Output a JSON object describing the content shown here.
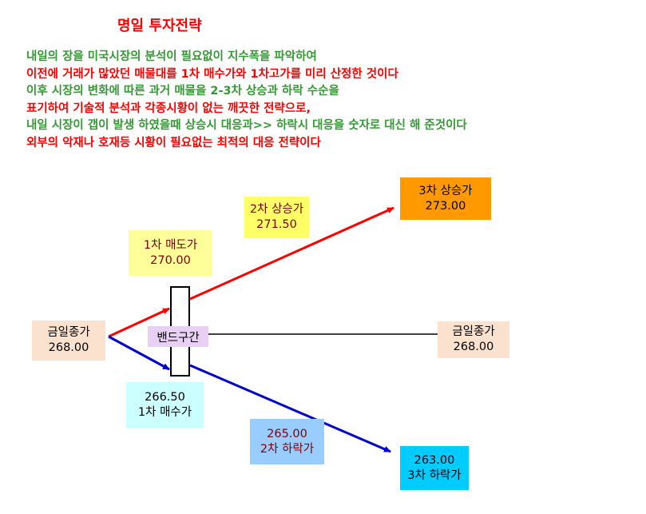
{
  "title": "명일 투자전략",
  "description": [
    {
      "text": "내일의 장을 미국시장의 분석이 필요없이 지수폭을 파악하여",
      "color": "#339933"
    },
    {
      "text": "이전에 거래가 많았던 매물대를 1차 매수가와 1차고가를 미리 산정한 것이다",
      "color": "#ff0000"
    },
    {
      "text": "이후 시장의 변화에 따른 과거 매물을 2-3차 상승과 하락 수순을",
      "color": "#339933"
    },
    {
      "text": "표기하여 기술적  분석과 각종시황이 없는 깨끗한 전략으로,",
      "color": "#ff0000"
    },
    {
      "text": "내일 시장이 갭이 발생 하였을때 상승시 대응과>> 하락시 대응을 숫자로 대신 해 준것이다",
      "color": "#339933"
    },
    {
      "text": "외부의 악재나 호재등  시황이 필요없는 최적의 대응 전략이다",
      "color": "#ff0000"
    }
  ],
  "diagram": {
    "close_left": {
      "label": "금일종가",
      "value": "268.00",
      "color": "#fbe2cf"
    },
    "sell1": {
      "label": "1차 매도가",
      "value": "270.00",
      "color": "#ffff99"
    },
    "buy1": {
      "value": "266.50",
      "label": "1차 매수가",
      "color": "#ccffff"
    },
    "band": {
      "label": "밴드구간",
      "color": "#e8d0f5"
    },
    "rise2": {
      "label": "2차 상승가",
      "value": "271.50",
      "color": "#ffff66"
    },
    "rise3": {
      "label": "3차 상승가",
      "value": "273.00",
      "color": "#ff9900"
    },
    "fall2": {
      "value": "265.00",
      "label": "2차 하락가",
      "color": "#99ccff"
    },
    "fall3": {
      "value": "263.00",
      "label": "3차 하락가",
      "color": "#00ccff"
    },
    "close_right": {
      "label": "금일종가",
      "value": "268.00",
      "color": "#fbe2cf"
    },
    "up_arrow_color": "#ff0000",
    "down_arrow_color": "#0000cc",
    "band_line_color": "#000000"
  }
}
